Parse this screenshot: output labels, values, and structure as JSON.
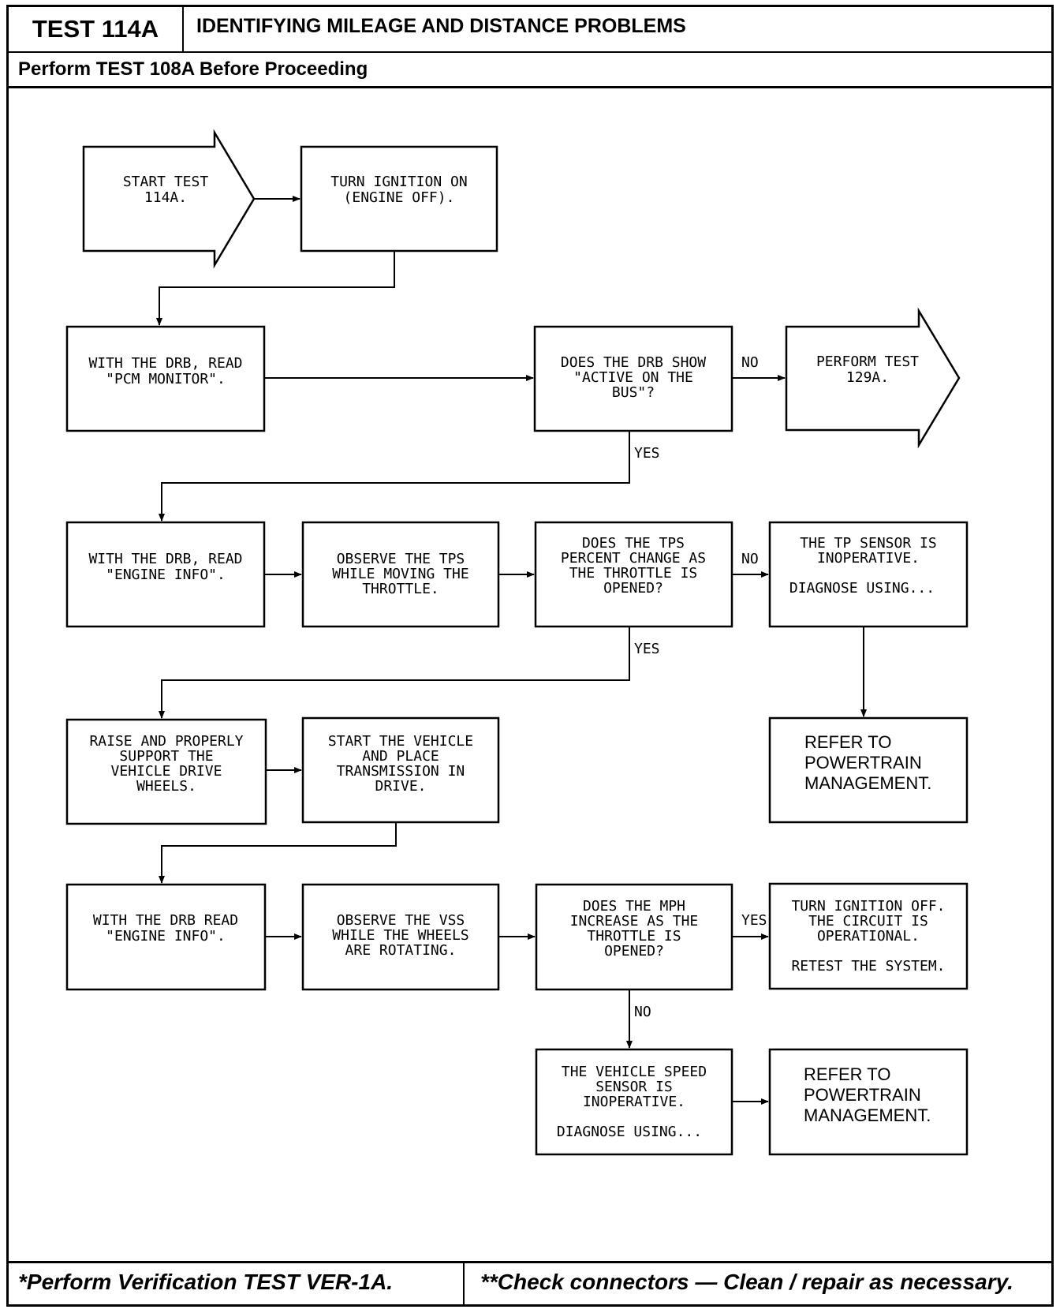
{
  "header": {
    "test_id": "TEST 114A",
    "title": "IDENTIFYING MILEAGE AND DISTANCE PROBLEMS",
    "prerequisite": "Perform TEST 108A Before Proceeding"
  },
  "nodes": {
    "start": [
      "START TEST",
      "114A."
    ],
    "ignition_on": [
      "TURN IGNITION ON",
      "(ENGINE OFF)."
    ],
    "read_pcm": [
      "WITH THE DRB, READ",
      "\"PCM MONITOR\"."
    ],
    "active_bus": [
      "DOES THE DRB SHOW",
      "\"ACTIVE ON THE",
      "BUS\"?"
    ],
    "perform_129a": [
      "PERFORM TEST",
      "129A."
    ],
    "read_engine_1": [
      "WITH THE DRB, READ",
      "\"ENGINE INFO\"."
    ],
    "observe_tps": [
      "OBSERVE THE TPS",
      "WHILE MOVING THE",
      "THROTTLE."
    ],
    "tps_change": [
      "DOES THE TPS",
      "PERCENT CHANGE AS",
      "THE THROTTLE IS",
      "OPENED?"
    ],
    "tp_inoperative": [
      "THE TP SENSOR IS",
      "INOPERATIVE."
    ],
    "tp_diagnose": "DIAGNOSE USING...",
    "refer_1": [
      "REFER TO",
      "POWERTRAIN",
      "MANAGEMENT."
    ],
    "raise_vehicle": [
      "RAISE AND PROPERLY",
      "SUPPORT THE",
      "VEHICLE DRIVE",
      "WHEELS."
    ],
    "start_vehicle": [
      "START THE VEHICLE",
      "AND PLACE",
      "TRANSMISSION IN",
      "DRIVE."
    ],
    "read_engine_2": [
      "WITH THE DRB READ",
      "\"ENGINE INFO\"."
    ],
    "observe_vss": [
      "OBSERVE THE VSS",
      "WHILE THE WHEELS",
      "ARE ROTATING."
    ],
    "mph_increase": [
      "DOES THE MPH",
      "INCREASE AS THE",
      "THROTTLE IS",
      "OPENED?"
    ],
    "ignition_off": [
      "TURN IGNITION OFF.",
      "THE CIRCUIT IS",
      "OPERATIONAL."
    ],
    "retest": "RETEST THE SYSTEM.",
    "vss_inoperative": [
      "THE VEHICLE SPEED",
      "SENSOR IS",
      "INOPERATIVE."
    ],
    "vss_diagnose": "DIAGNOSE USING...",
    "refer_2": [
      "REFER TO",
      "POWERTRAIN",
      "MANAGEMENT."
    ]
  },
  "labels": {
    "no": "NO",
    "yes": "YES"
  },
  "footer": {
    "left": "*Perform Verification TEST VER-1A.",
    "right": "**Check connectors — Clean / repair as necessary."
  }
}
